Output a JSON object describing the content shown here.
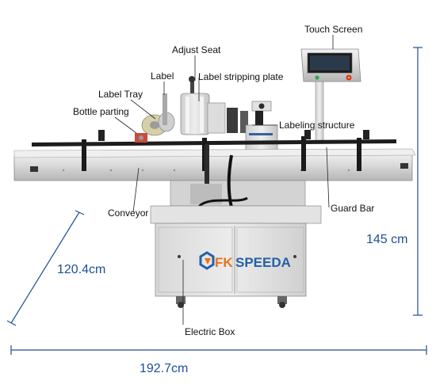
{
  "labels": {
    "touch_screen": "Touch Screen",
    "adjust_seat": "Adjust Seat",
    "label": "Label",
    "label_stripping_plate": "Label stripping plate",
    "label_tray": "Label Tray",
    "bottle_parting": "Bottle parting",
    "labeling_structure": "Labeling structure",
    "conveyor": "Conveyor",
    "guard_bar": "Guard Bar",
    "electric_box": "Electric Box"
  },
  "dimensions": {
    "height": "145 cm",
    "depth": "120.4cm",
    "length": "192.7cm"
  },
  "logo": {
    "brand_prefix": "FK",
    "brand_name": "SPEEDA"
  },
  "colors": {
    "dimension_line": "#1f4e99",
    "logo_blue": "#2460a7",
    "logo_orange": "#e8731a",
    "steel_light": "#e6e6e6",
    "steel_mid": "#c9c9c9",
    "steel_dark": "#9a9a9a"
  }
}
